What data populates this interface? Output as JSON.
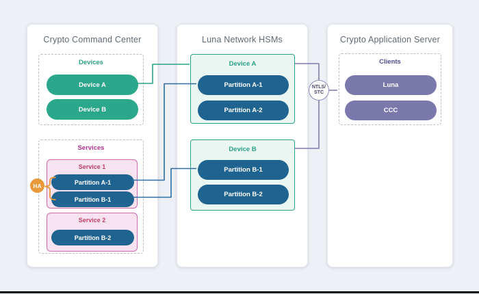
{
  "diagram": {
    "left_panel": {
      "title": "Crypto Command Center",
      "devices": {
        "label": "Devices",
        "items": [
          "Device A",
          "Device B"
        ]
      },
      "services": {
        "label": "Services",
        "groups": [
          {
            "name": "Service 1",
            "partitions": [
              "Partition A-1",
              "Partition B-1"
            ]
          },
          {
            "name": "Service 2",
            "partitions": [
              "Partition B-2"
            ]
          }
        ]
      },
      "ha_badge": "HA"
    },
    "middle_panel": {
      "title": "Luna Network HSMs",
      "devices": [
        {
          "name": "Device A",
          "partitions": [
            "Partition A-1",
            "Partition A-2"
          ]
        },
        {
          "name": "Device B",
          "partitions": [
            "Partition B-1",
            "Partition B-2"
          ]
        }
      ]
    },
    "right_panel": {
      "title": "Crypto Application Server",
      "clients": {
        "label": "Clients",
        "items": [
          "Luna",
          "CCC"
        ]
      }
    },
    "link_label": {
      "top": "NTLS/",
      "bottom": "STC"
    },
    "colors": {
      "background": "#edf0f4",
      "teal": "#2aa287",
      "partition_blue": "#1f6390",
      "client_purple": "#7b78ac",
      "purple_line": "#7f7cb1",
      "blue_line": "#2e6ca1",
      "service_border_pink": "#cb6aae",
      "service_fill_pink": "#f7e2ef",
      "service_label_crimson": "#c24066",
      "services_label_magenta": "#b23390",
      "clients_label_indigo": "#4b4f94",
      "ha_orange": "#e8993a",
      "title_gray": "#5d6a77"
    }
  }
}
